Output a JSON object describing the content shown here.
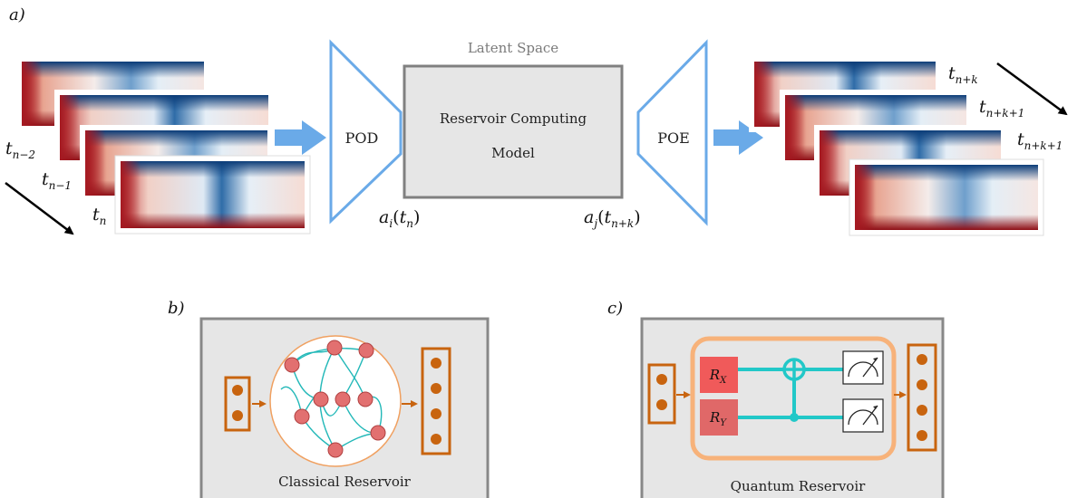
{
  "panel_a": {
    "label": "a)",
    "latent_space": "Latent Space",
    "encoder": "POD",
    "decoder": "POE",
    "model_line1": "Reservoir Computing",
    "model_line2": "Model",
    "input_coeff": {
      "base": "a",
      "sub": "i",
      "arg": "t",
      "arg_sub": "n"
    },
    "output_coeff": {
      "base": "a",
      "sub": "j",
      "arg": "t",
      "arg_sub": "n+k"
    },
    "input_times": [
      {
        "base": "t",
        "sub": "n−2"
      },
      {
        "base": "t",
        "sub": "n−1"
      },
      {
        "base": "t",
        "sub": "n"
      }
    ],
    "output_times": [
      {
        "base": "t",
        "sub": "n+k"
      },
      {
        "base": "t",
        "sub": "n+k+1"
      },
      {
        "base": "t",
        "sub": "n+k+1"
      }
    ]
  },
  "panel_b": {
    "label": "b)",
    "caption": "Classical Reservoir"
  },
  "panel_c": {
    "label": "c)",
    "caption": "Quantum Reservoir",
    "gate_x": {
      "base": "R",
      "sub": "X"
    },
    "gate_y": {
      "base": "R",
      "sub": "Y"
    }
  },
  "colors": {
    "accent_blue": "#6aaae8",
    "box_gray": "#e6e6e6",
    "orange": "#c8640f",
    "node_red": "#e27070",
    "wire_teal": "#22c8c8",
    "gate_rx": "#f05a5a",
    "gate_ry": "#e06868",
    "circuit_frame": "#f7b27a"
  }
}
